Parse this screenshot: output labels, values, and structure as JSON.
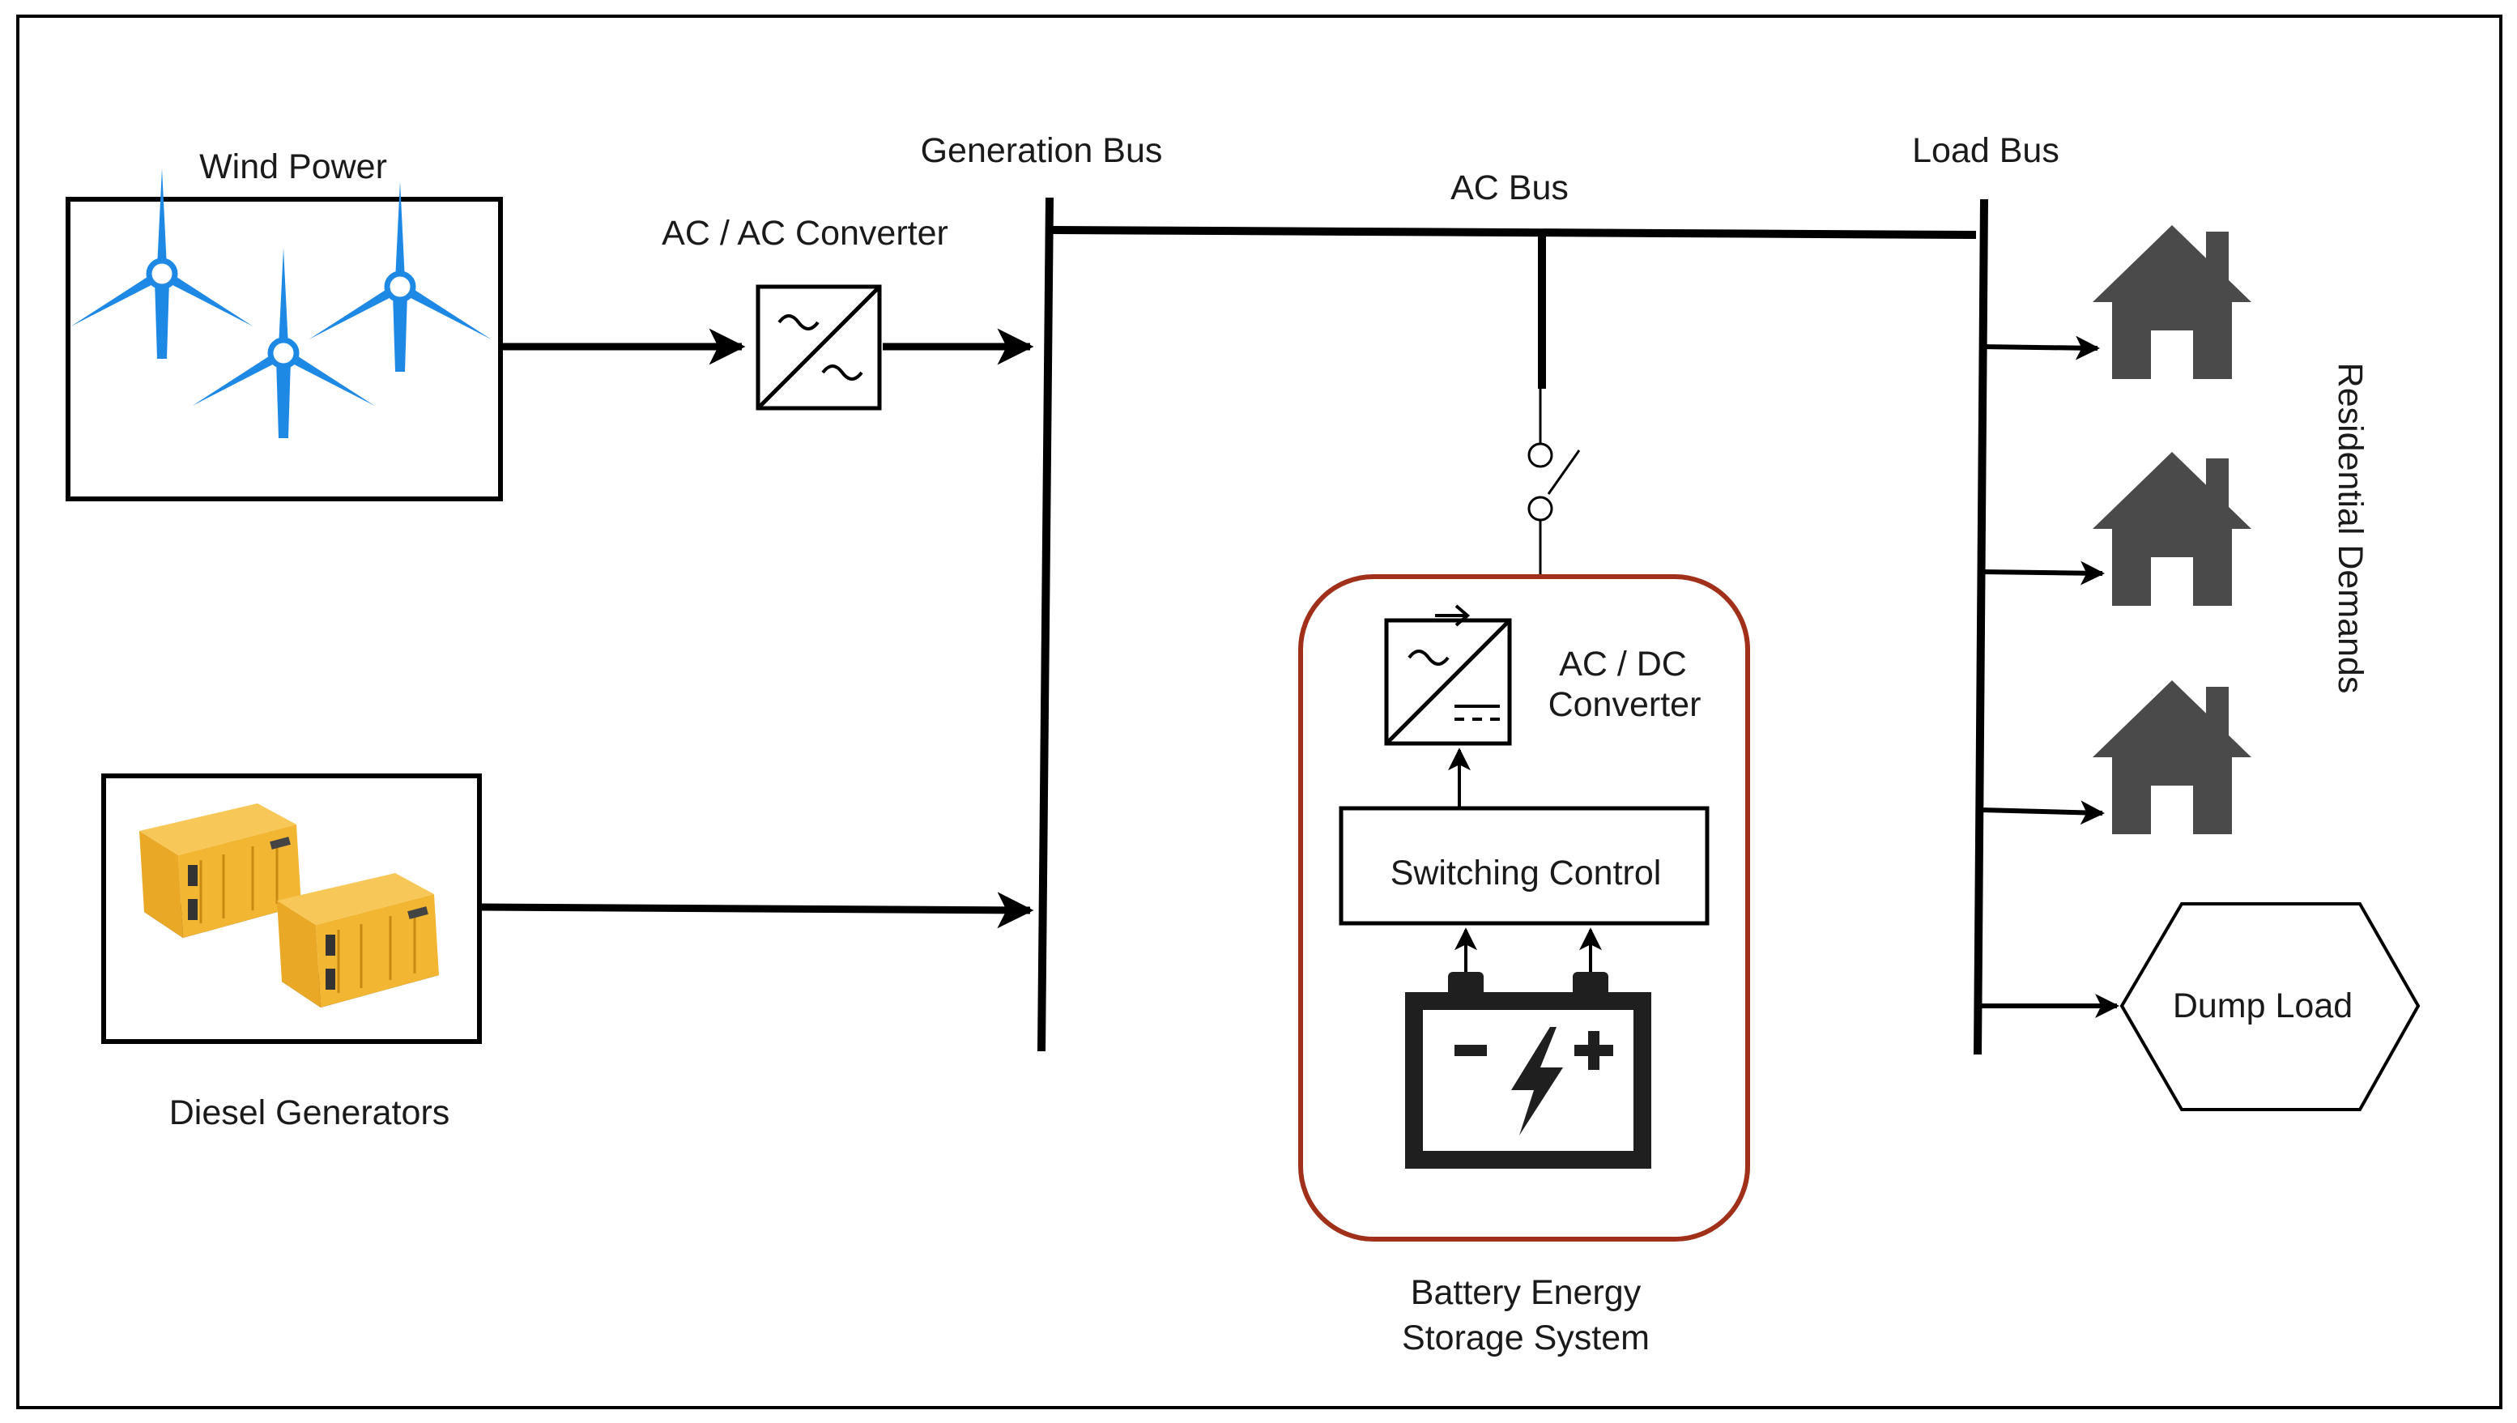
{
  "labels": {
    "wind_power": "Wind Power",
    "diesel_generators": "Diesel Generators",
    "ac_ac_converter": "AC / AC Converter",
    "generation_bus": "Generation Bus",
    "ac_bus": "AC Bus",
    "load_bus": "Load Bus",
    "ac_dc_converter_line1": "AC / DC",
    "ac_dc_converter_line2": "Converter",
    "switching_control": "Switching Control",
    "bess_line1": "Battery Energy",
    "bess_line2": "Storage System",
    "residential_demands": "Residential Demands",
    "dump_load": "Dump Load"
  },
  "colors": {
    "line": "#000000",
    "turbine": "#1e88e5",
    "house": "#4a4a4a",
    "bess_border": "#a0301a",
    "generator_body": "#f2b632",
    "generator_dark": "#2b2b2b",
    "battery": "#1f1f1f"
  },
  "icons": {
    "wind_turbine": "wind-turbine-icon",
    "house": "house-icon",
    "battery": "battery-icon",
    "generator": "diesel-generator-icon",
    "switch": "switch-icon"
  }
}
